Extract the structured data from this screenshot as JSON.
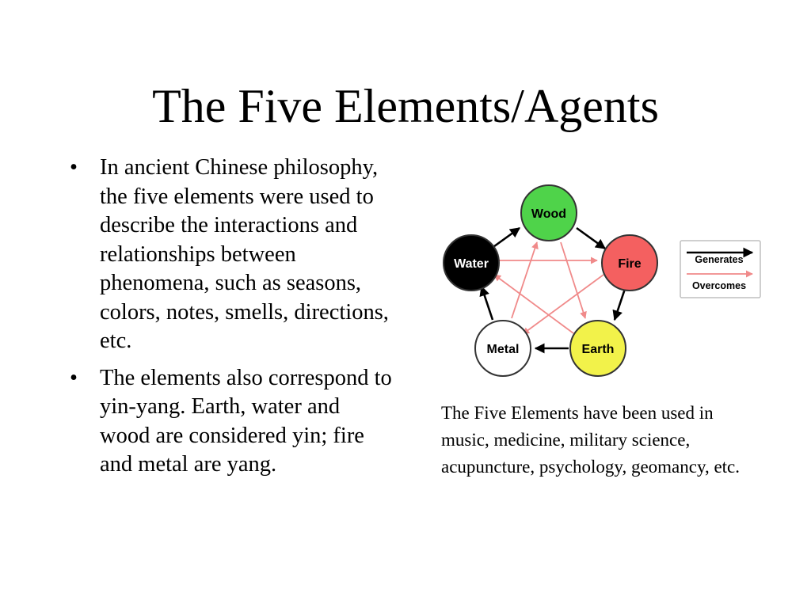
{
  "slide": {
    "title": "The Five Elements/Agents",
    "bullets": [
      {
        "marker": "•",
        "text": "In ancient Chinese philosophy, the five elements were used to describe the interactions and relationships between phenomena, such as seasons, colors, notes, smells, directions, etc."
      },
      {
        "marker": "•",
        "text": "The elements also correspond to yin-yang. Earth, water and wood are considered yin; fire and metal are yang."
      }
    ],
    "caption": "The Five Elements have been used in music, medicine, military science, acupuncture, psychology, geomancy, etc."
  },
  "diagram": {
    "nodes": {
      "wood": {
        "label": "Wood",
        "fill": "#4fd34a",
        "text_color": "#000000"
      },
      "fire": {
        "label": "Fire",
        "fill": "#f46060",
        "text_color": "#000000"
      },
      "earth": {
        "label": "Earth",
        "fill": "#f2f24a",
        "text_color": "#000000"
      },
      "metal": {
        "label": "Metal",
        "fill": "#ffffff",
        "text_color": "#000000"
      },
      "water": {
        "label": "Water",
        "fill": "#000000",
        "text_color": "#ffffff"
      }
    },
    "legend": {
      "generates_label": "Generates",
      "overcomes_label": "Overcomes",
      "generates_color": "#000000",
      "overcomes_color": "#f08a8a"
    }
  }
}
